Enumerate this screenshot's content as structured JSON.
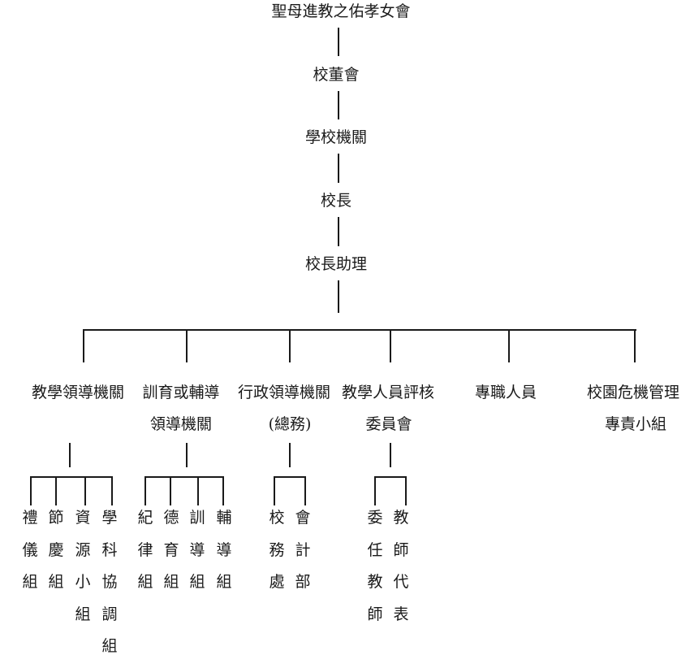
{
  "chart": {
    "nodes": {
      "root": "聖母進教之佑孝女會",
      "board": "校董會",
      "sponsor": "學校機關",
      "principal": "校長",
      "assistant": "校長助理"
    },
    "departments": [
      {
        "lines": [
          "教學領導機關"
        ]
      },
      {
        "lines": [
          "訓育或輔導",
          "領導機關"
        ]
      },
      {
        "lines": [
          "行政領導機關",
          "(總務)"
        ]
      },
      {
        "lines": [
          "教學人員評核",
          "委員會"
        ]
      },
      {
        "lines": [
          "專職人員"
        ]
      },
      {
        "lines": [
          "校園危機管理",
          "專責小組"
        ]
      }
    ],
    "units": {
      "d0": [
        "禮儀組",
        "節慶組",
        "資源小組",
        "學科協調組"
      ],
      "d1": [
        "紀律組",
        "德育組",
        "訓導組",
        "輔導組"
      ],
      "d2": [
        "校務處",
        "會計部"
      ],
      "d3": [
        "委任教師",
        "教師代表"
      ]
    }
  }
}
